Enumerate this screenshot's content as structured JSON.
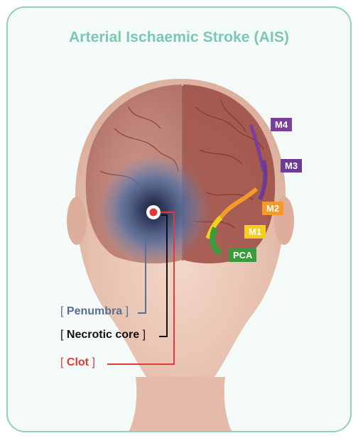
{
  "title": "Arterial Ischaemic Stroke (AIS)",
  "labels": {
    "penumbra": "Penumbra",
    "necrotic_core": "Necrotic core",
    "clot": "Clot",
    "open_bracket": "[",
    "close_bracket": "]"
  },
  "arteries": [
    {
      "id": "m4",
      "label": "M4",
      "color": "#7a3f98"
    },
    {
      "id": "m3",
      "label": "M3",
      "color": "#6f3a94"
    },
    {
      "id": "m2",
      "label": "M2",
      "color": "#f39a2a"
    },
    {
      "id": "m1",
      "label": "M1",
      "color": "#f2cf1e"
    },
    {
      "id": "pca",
      "label": "PCA",
      "color": "#3a9b3a"
    }
  ],
  "colors": {
    "accent": "#7cc7b4",
    "penumbra": "#5b6f93",
    "necrotic_core": "#111111",
    "clot": "#e03a3a"
  }
}
